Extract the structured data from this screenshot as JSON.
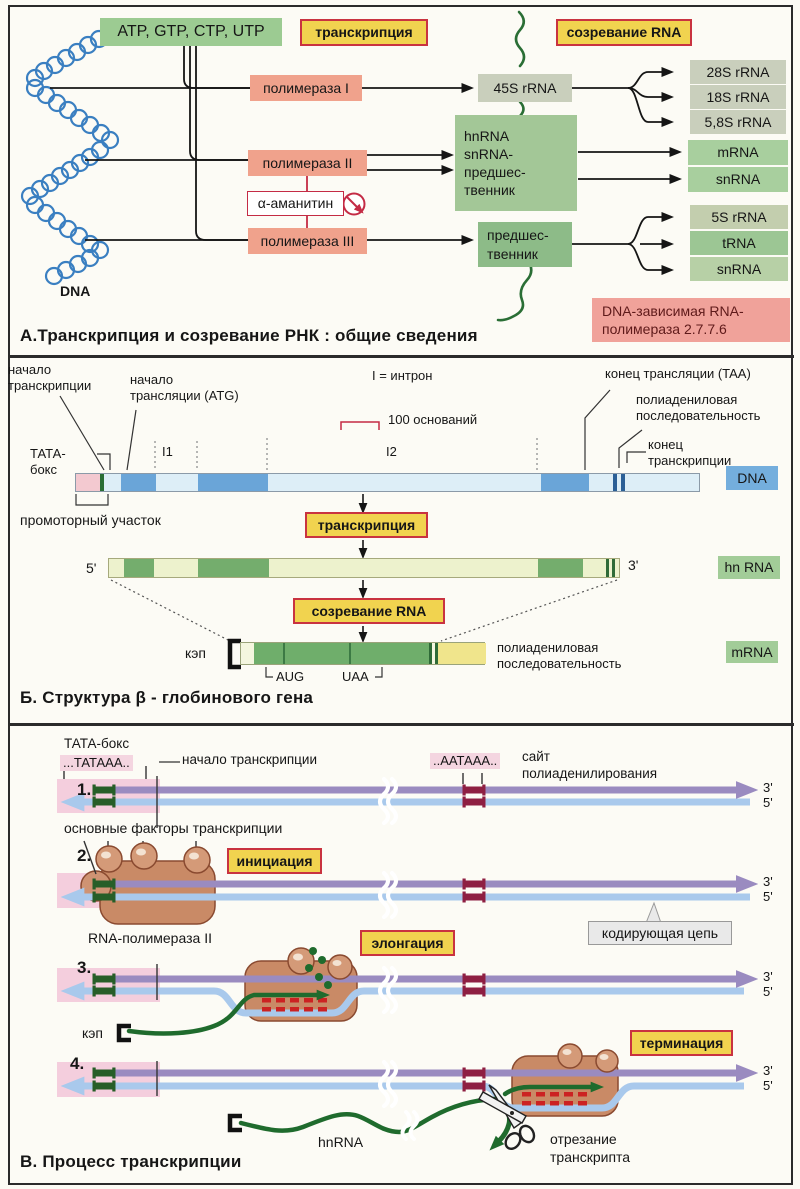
{
  "colors": {
    "accent_red": "#c93340",
    "box_yellow": "#f1d34f",
    "box_pink": "#f0a28c",
    "box_green": "#a8cf9e",
    "dna_blue": "#6aa5d8",
    "strand_purple": "#9a8bc0",
    "strand_blue": "#a9c9ec",
    "rna_green": "#1f6b2d",
    "mark_green": "#275e28",
    "mark_red": "#8e1f42",
    "polymerase_brown": "#c98a66"
  },
  "sectionA": {
    "substrates": "ATP, GTP, CTP, UTP",
    "transcription_label": "транскрипция",
    "maturation_label": "созревание RNA",
    "pol1": "полимераза I",
    "pol2": "полимераза II",
    "pol3": "полимераза III",
    "amanitin": "α-аманитин",
    "rrna45": "45S rRNA",
    "rrna28": "28S rRNA",
    "rrna18": "18S rRNA",
    "rrna58": "5,8S rRNA",
    "hnrna_precursor": "hnRNA\nsnRNA-\nпредшес-\nтвенник",
    "mrna": "mRNA",
    "snrna": "snRNA",
    "precursor": "предшес-\nтвенник",
    "rrna5": "5S rRNA",
    "trna": "tRNA",
    "snrna2": "snRNA",
    "dna": "DNA",
    "enzyme": "DNA-зависимая RNA-\nполимераза 2.7.7.6",
    "title": "А.Транскрипция и созревание РНК : общие сведения"
  },
  "sectionB": {
    "start_transcription": "начало\nтранскрипции",
    "start_translation": "начало\nтрансляции (ATG)",
    "intron_legend": "I = интрон",
    "bases_legend": "100 оснований",
    "tata_box": "ТАТА-\nбокс",
    "i1": "I1",
    "i2": "I2",
    "end_translation": "конец трансляции (TAA)",
    "polya": "полиадениловая\nпоследовательность",
    "end_transcription": "конец\nтранскрипции",
    "dna_label": "DNA",
    "promoter": "промоторный участок",
    "transcription_label": "транскрипция",
    "maturation_label": "созревание RNA",
    "five_prime": "5'",
    "three_prime": "3'",
    "hnrna_label": "hn RNA",
    "cap": "кэп",
    "aug": "AUG",
    "uaa": "UAA",
    "polya2": "полиадениловая\nпоследовательность",
    "mrna_label": "mRNA",
    "title": "Б. Структура  β - глобинового гена"
  },
  "sectionC": {
    "tata_box": "ТАТА-бокс",
    "tataaa": "...ТАТААА..",
    "start_transcription": "начало транскрипции",
    "aataaa": "..ААТААА..",
    "polya_site": "сайт\nполиаденилирования",
    "rows": [
      "1.",
      "2.",
      "3.",
      "4."
    ],
    "three_prime": "3'",
    "five_prime": "5'",
    "factors": "основные факторы транскрипции",
    "initiation": "инициация",
    "rna_pol2": "RNA-полимераза II",
    "coding_strand": "кодирующая цепь",
    "elongation": "элонгация",
    "cap": "кэп",
    "termination": "терминация",
    "hnrna": "hnRNA",
    "cutting": "отрезание\nтранскрипта",
    "title": "В. Процесс транскрипции"
  }
}
